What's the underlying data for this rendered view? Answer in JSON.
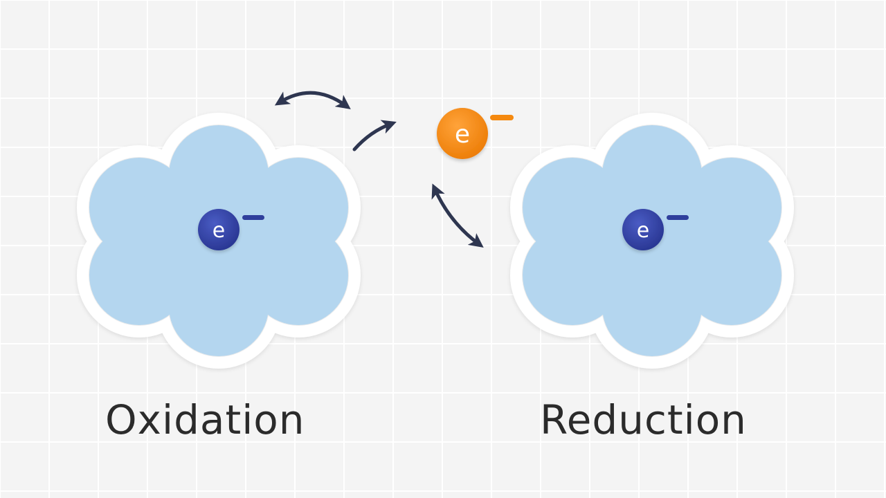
{
  "labels": {
    "oxidation": "Oxidation",
    "reduction": "Reduction"
  },
  "electron": {
    "symbol": "e",
    "charge": "−"
  },
  "colors": {
    "background": "#f4f4f4",
    "grid_line": "#ffffff",
    "atom_fill": "#b4d6ef",
    "atom_outline": "#ffffff",
    "bound_electron": "#2f3f9c",
    "free_electron": "#f5890f",
    "arrow": "#2e3650",
    "label_text": "#2b2b2b"
  },
  "icons": {
    "atoms": "flower-shaped electron cloud",
    "arrows": "curved double-headed arrow, curved single arrow"
  }
}
